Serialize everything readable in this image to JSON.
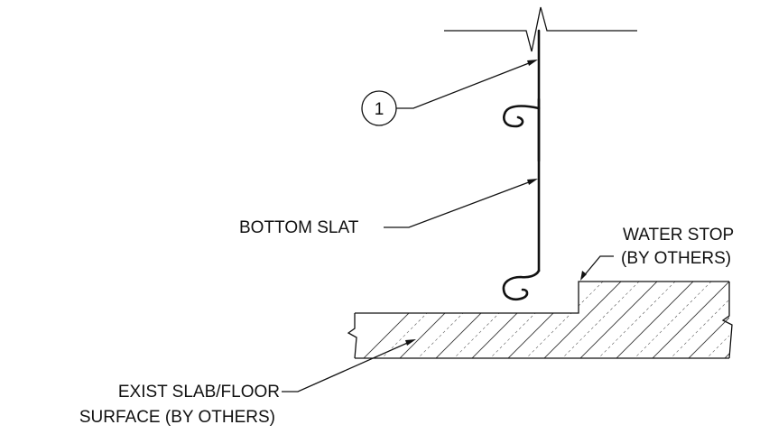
{
  "callout": {
    "number": "1"
  },
  "labels": {
    "bottom_slat": "BOTTOM SLAT",
    "water_stop_line1": "WATER STOP",
    "water_stop_line2": "(BY OTHERS)",
    "slab_line1": "EXIST SLAB/FLOOR",
    "slab_line2": "SURFACE (BY OTHERS)"
  }
}
